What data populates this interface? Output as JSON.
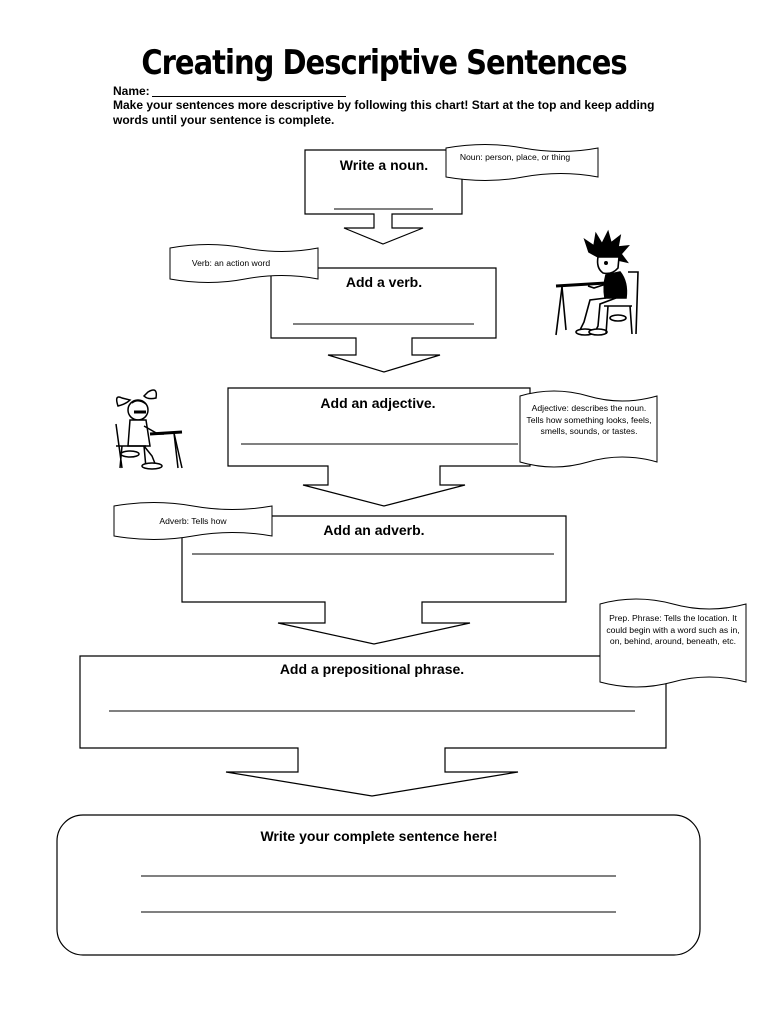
{
  "title": "Creating Descriptive Sentences",
  "name_label": "Name:",
  "instructions": "Make your sentences more descriptive by following this chart!  Start at the top and keep adding words until your sentence is complete.",
  "steps": [
    {
      "label": "Write a noun."
    },
    {
      "label": "Add a verb."
    },
    {
      "label": "Add an adjective."
    },
    {
      "label": "Add an adverb."
    },
    {
      "label": "Add a prepositional phrase."
    }
  ],
  "notes": {
    "noun": "Noun:  person, place, or thing",
    "verb": "Verb:  an action word",
    "adjective": "Adjective:  describes the noun.  Tells how something looks, feels, smells, sounds, or tastes.",
    "adverb": "Adverb:  Tells how",
    "prep": "Prep. Phrase:  Tells the location.  It could begin with a word such as in, on, behind, around, beneath, etc."
  },
  "final": {
    "label": "Write your complete sentence here!"
  },
  "illustrations": [
    "student-boy-writing",
    "student-girl-writing"
  ]
}
